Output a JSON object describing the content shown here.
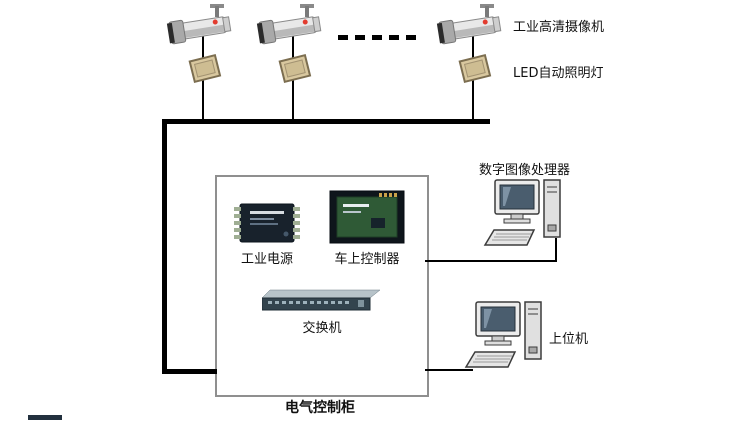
{
  "diagram": {
    "type": "system-architecture",
    "cabinet": {
      "label": "电气控制柜"
    },
    "nodes": {
      "camera": {
        "label": "工业高清摄像机",
        "count": 3
      },
      "led_light": {
        "label": "LED自动照明灯",
        "count": 3
      },
      "image_processor": {
        "label": "数字图像处理器"
      },
      "power_supply": {
        "label": "工业电源"
      },
      "vehicle_controller": {
        "label": "车上控制器"
      },
      "network_switch": {
        "label": "交换机"
      },
      "host_computer": {
        "label": "上位机"
      }
    },
    "ellipsis": "- - - - -",
    "colors": {
      "line": "#000000",
      "cabinet_border": "#8f8f8f",
      "led_fill": "#d9c89f",
      "pcb_green": "#2f5a36",
      "device_dark": "#18222c",
      "switch_dark": "#33444e"
    }
  }
}
